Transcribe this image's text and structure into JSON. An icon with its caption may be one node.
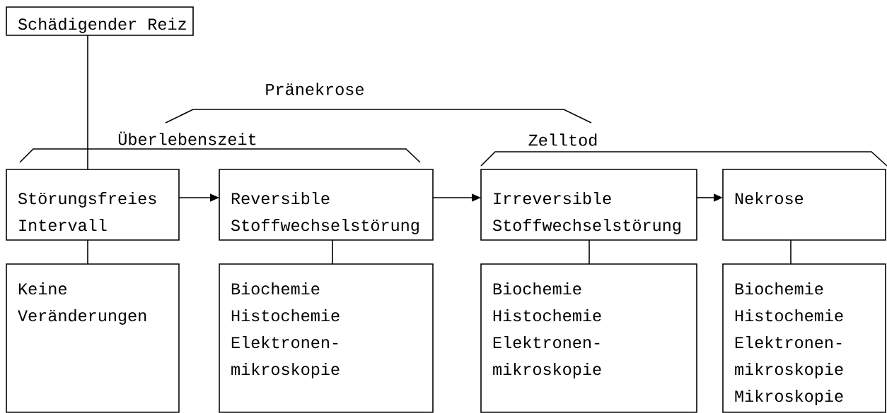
{
  "diagram": {
    "nodes": [
      {
        "text": [
          "Schädigender Reiz"
        ]
      },
      {
        "text": [
          "Störungsfreies Intervall"
        ]
      },
      {
        "text": [
          "Reversible Stoffwechselstörung"
        ]
      },
      {
        "text": [
          "Irreversible Stoffwechselstörung"
        ]
      },
      {
        "text": [
          "Nekrose"
        ]
      },
      {
        "text": [
          "Keine Veränderungen"
        ]
      },
      {
        "text": [
          "Biochemie",
          "Histochemie",
          "Elektronen- mikroskopie"
        ]
      },
      {
        "text": [
          "Biochemie",
          "Histochemie",
          "Elektronen- mikroskopie"
        ]
      },
      {
        "text": [
          "Biochemie",
          "Histochemie",
          "Elektronen- mikroskopie",
          "Mikroskopie"
        ]
      }
    ],
    "edges": [
      {
        "from": 0,
        "to": 1,
        "arrow": "none"
      },
      {
        "from": 1,
        "to": 2,
        "arrow": "to"
      },
      {
        "from": 2,
        "to": 3,
        "arrow": "to"
      },
      {
        "from": 3,
        "to": 4,
        "arrow": "to"
      },
      {
        "from": 1,
        "to": 5,
        "arrow": "none"
      },
      {
        "from": 2,
        "to": 6,
        "arrow": "none"
      },
      {
        "from": 3,
        "to": 7,
        "arrow": "none"
      },
      {
        "from": 4,
        "to": 8,
        "arrow": "none"
      }
    ],
    "labels": [
      "Pränekrose",
      "Überlebenszeit",
      "Zelltod"
    ]
  }
}
